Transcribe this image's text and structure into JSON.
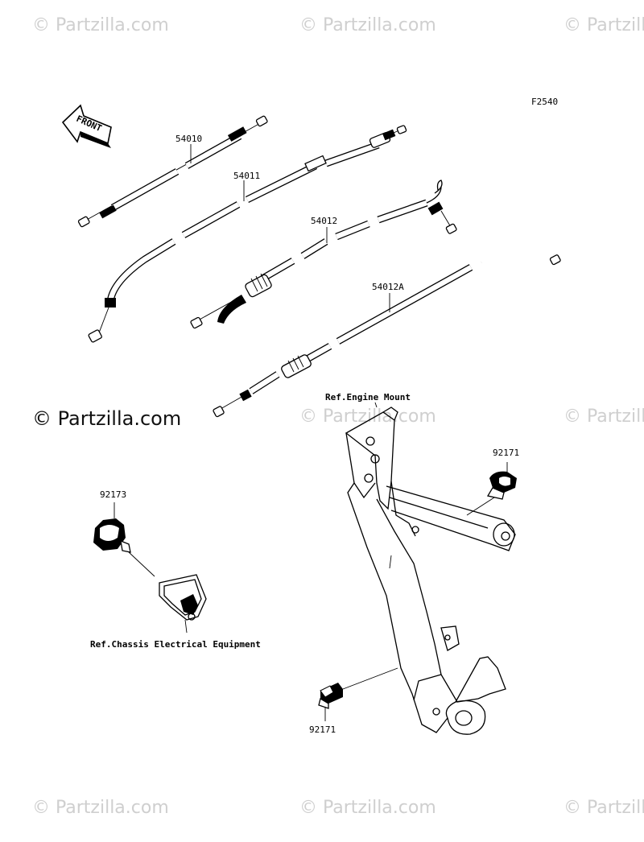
{
  "figure_code": "F2540",
  "watermarks": {
    "site": "© Partzilla.com"
  },
  "parts": {
    "cable_54010": "54010",
    "cable_54011": "54011",
    "cable_54012": "54012",
    "cable_54012a": "54012A",
    "clamp_92171_top": "92171",
    "clamp_92171_bottom": "92171",
    "clamp_92173": "92173"
  },
  "references": {
    "engine_mount": "Ref.Engine Mount",
    "chassis_electrical": "Ref.Chassis Electrical Equipment"
  },
  "front_indicator": "FRONT"
}
